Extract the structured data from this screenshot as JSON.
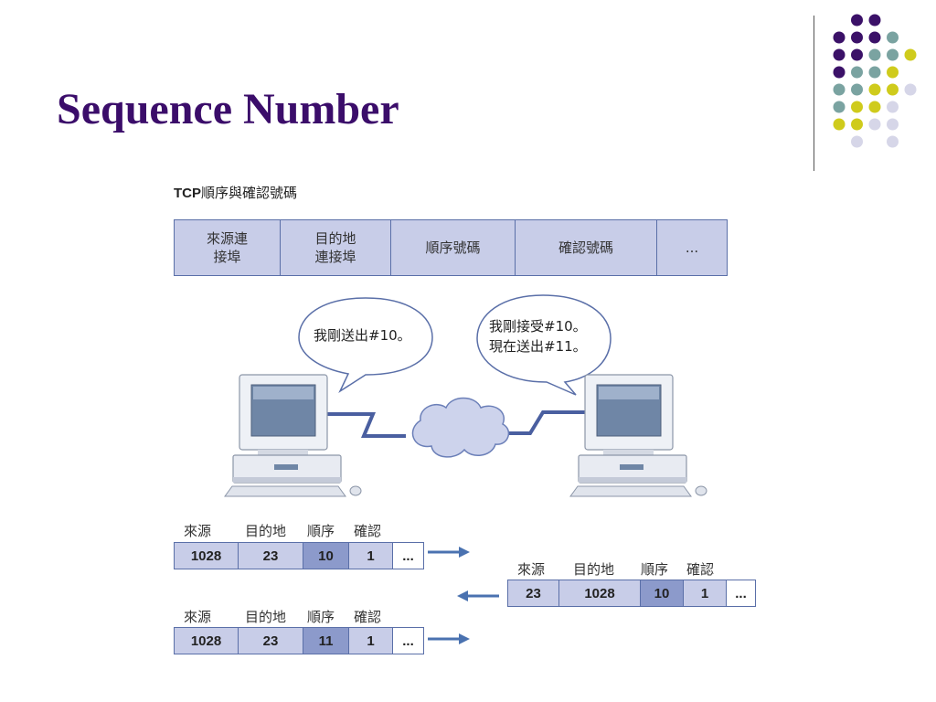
{
  "slide": {
    "title": "Sequence Number"
  },
  "diagram": {
    "caption_prefix": "TCP",
    "caption_suffix": "順序與確認號碼",
    "header_fields": [
      {
        "line1": "來源連",
        "line2": "接埠"
      },
      {
        "line1": "目的地",
        "line2": "連接埠"
      },
      {
        "line1": "順序號碼",
        "line2": ""
      },
      {
        "line1": "確認號碼",
        "line2": ""
      },
      {
        "line1": "...",
        "line2": ""
      }
    ],
    "left_bubble": {
      "line1": "我剛送出#10。"
    },
    "right_bubble": {
      "line1": "我剛接受#10。",
      "line2": "現在送出#11。"
    },
    "field_labels": {
      "src": "來源",
      "dst": "目的地",
      "seq": "順序",
      "ack": "確認"
    },
    "packets": [
      {
        "src": "1028",
        "dst": "23",
        "seq": "10",
        "ack": "1",
        "more": "..."
      },
      {
        "src": "23",
        "dst": "1028",
        "seq": "10",
        "ack": "1",
        "more": "..."
      },
      {
        "src": "1028",
        "dst": "23",
        "seq": "11",
        "ack": "1",
        "more": "..."
      }
    ]
  },
  "colors": {
    "title": "#3b0d6a",
    "dot_purple": "#3b1168",
    "dot_teal": "#7aa3a1",
    "dot_yellow": "#cfcb1c",
    "dot_lavender": "#d6d6e8",
    "field_fill": "#c8cde8",
    "seq_fill": "#8c9acb",
    "arrow": "#4a72b0"
  }
}
